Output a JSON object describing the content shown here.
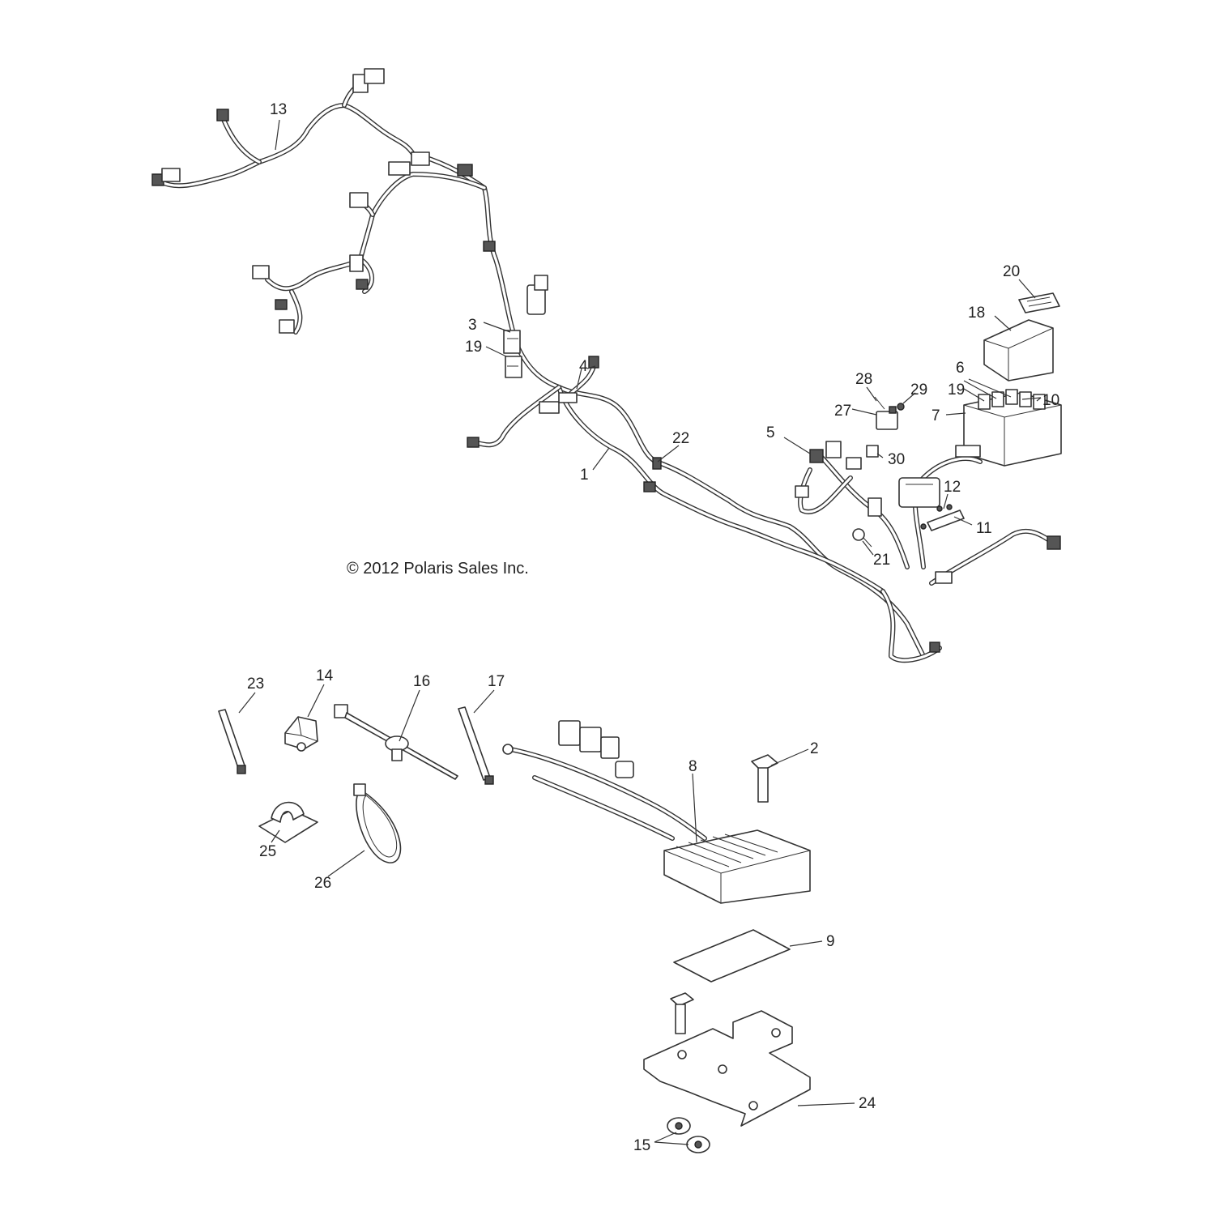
{
  "copyright": "© 2012 Polaris Sales Inc.",
  "callouts": {
    "c1": "1",
    "c2": "2",
    "c3": "3",
    "c4": "4",
    "c5": "5",
    "c6": "6",
    "c7": "7",
    "c8": "8",
    "c9": "9",
    "c10": "10",
    "c11": "11",
    "c12": "12",
    "c13": "13",
    "c14": "14",
    "c15": "15",
    "c16": "16",
    "c17": "17",
    "c18": "18",
    "c19a": "19",
    "c19b": "19",
    "c20": "20",
    "c21": "21",
    "c22": "22",
    "c23": "23",
    "c24": "24",
    "c25": "25",
    "c26": "26",
    "c27": "27",
    "c28": "28",
    "c29": "29",
    "c30": "30"
  }
}
